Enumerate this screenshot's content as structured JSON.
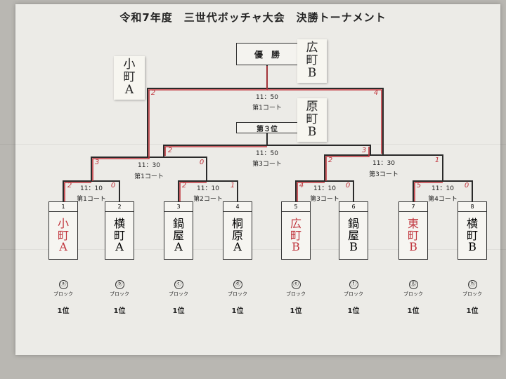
{
  "title": "令和7年度　三世代ボッチャ大会　決勝トーナメント",
  "champion_label": "優　勝",
  "third_place_label": "第３位",
  "notes": {
    "champion_team": [
      "広",
      "町",
      "B"
    ],
    "third_team": [
      "原",
      "町",
      "B"
    ],
    "runner_side": [
      "小",
      "町",
      "A"
    ]
  },
  "matches": {
    "final": {
      "time": "11：50",
      "court": "第1コート"
    },
    "third": {
      "time": "11：50",
      "court": "第3コート"
    },
    "semi_left": {
      "time": "11：30",
      "court": "第1コート"
    },
    "semi_right": {
      "time": "11：30",
      "court": "第3コート"
    },
    "q1": {
      "time": "11：10",
      "court": "第1コート"
    },
    "q2": {
      "time": "11：10",
      "court": "第2コート"
    },
    "q3": {
      "time": "11：10",
      "court": "第3コート"
    },
    "q4": {
      "time": "11：10",
      "court": "第4コート"
    }
  },
  "scores": {
    "final_left": "2",
    "final_right": "4",
    "third_left": "2",
    "third_right": "3",
    "semi_left_left": "3",
    "semi_left_right": "0",
    "semi_right_left": "2",
    "semi_right_right": "1",
    "q1_left": "2",
    "q1_right": "0",
    "q2_left": "2",
    "q2_right": "1",
    "q3_left": "4",
    "q3_right": "0",
    "q4_left": "5",
    "q4_right": "0"
  },
  "teams": [
    {
      "num": "1",
      "name": [
        "小",
        "町",
        "A"
      ],
      "block": "ⓐ"
    },
    {
      "num": "2",
      "name": [
        "横",
        "町",
        "A"
      ],
      "block": "ⓑ"
    },
    {
      "num": "3",
      "name": [
        "鍋",
        "屋",
        "A"
      ],
      "block": "ⓒ"
    },
    {
      "num": "4",
      "name": [
        "桐",
        "原",
        "A"
      ],
      "block": "ⓓ"
    },
    {
      "num": "5",
      "name": [
        "広",
        "町",
        "B"
      ],
      "block": "ⓔ"
    },
    {
      "num": "6",
      "name": [
        "鍋",
        "屋",
        "B"
      ],
      "block": "ⓕ"
    },
    {
      "num": "7",
      "name": [
        "東",
        "町",
        "B"
      ],
      "block": "ⓖ"
    },
    {
      "num": "8",
      "name": [
        "横",
        "町",
        "B"
      ],
      "block": "ⓗ"
    }
  ],
  "block_word": "ブロック",
  "rank_label": "1位",
  "colors": {
    "winner_line": "#c0353d",
    "line": "#2a2a2a",
    "red_ink": "#c0353d"
  }
}
